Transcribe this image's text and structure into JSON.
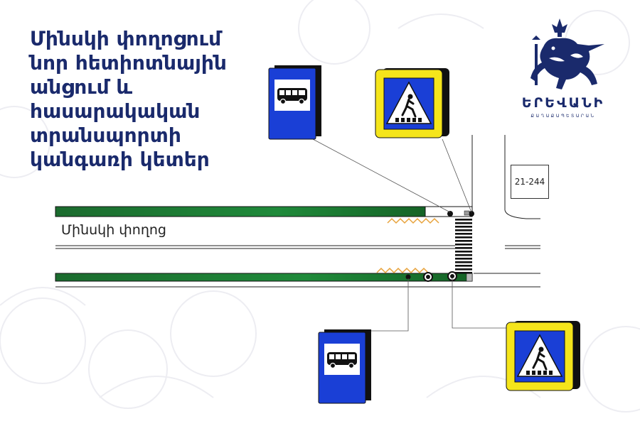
{
  "title_lines": [
    "Մինսկի փողոցում",
    "նոր հետիոտնային",
    "անցում և",
    "հասարակական",
    "տրանսպորտի",
    "կանգառի կետեր"
  ],
  "street_name": "Մինսկի փողոց",
  "building_number": "21-244",
  "logo": {
    "city_name": "ԵՐԵՎԱՆԻ",
    "city_hall": "ՔԱՂԱՔԱՊԵՏԱՐԱՆ"
  },
  "signs": [
    {
      "id": "bus-stop-top",
      "kind": "bus-stop",
      "icon": "bus-icon"
    },
    {
      "id": "crossing-top",
      "kind": "pedestrian-crossing",
      "icon": "pedestrian-icon"
    },
    {
      "id": "bus-stop-bottom",
      "kind": "bus-stop",
      "icon": "bus-icon"
    },
    {
      "id": "crossing-bottom",
      "kind": "pedestrian-crossing",
      "icon": "pedestrian-icon"
    }
  ],
  "colors": {
    "title": "#1a2a6c",
    "sign_blue": "#1a3fd6",
    "sign_yellow": "#f5e51b",
    "green_strip": "#1b6b2e",
    "zigzag": "#e8a33c"
  }
}
